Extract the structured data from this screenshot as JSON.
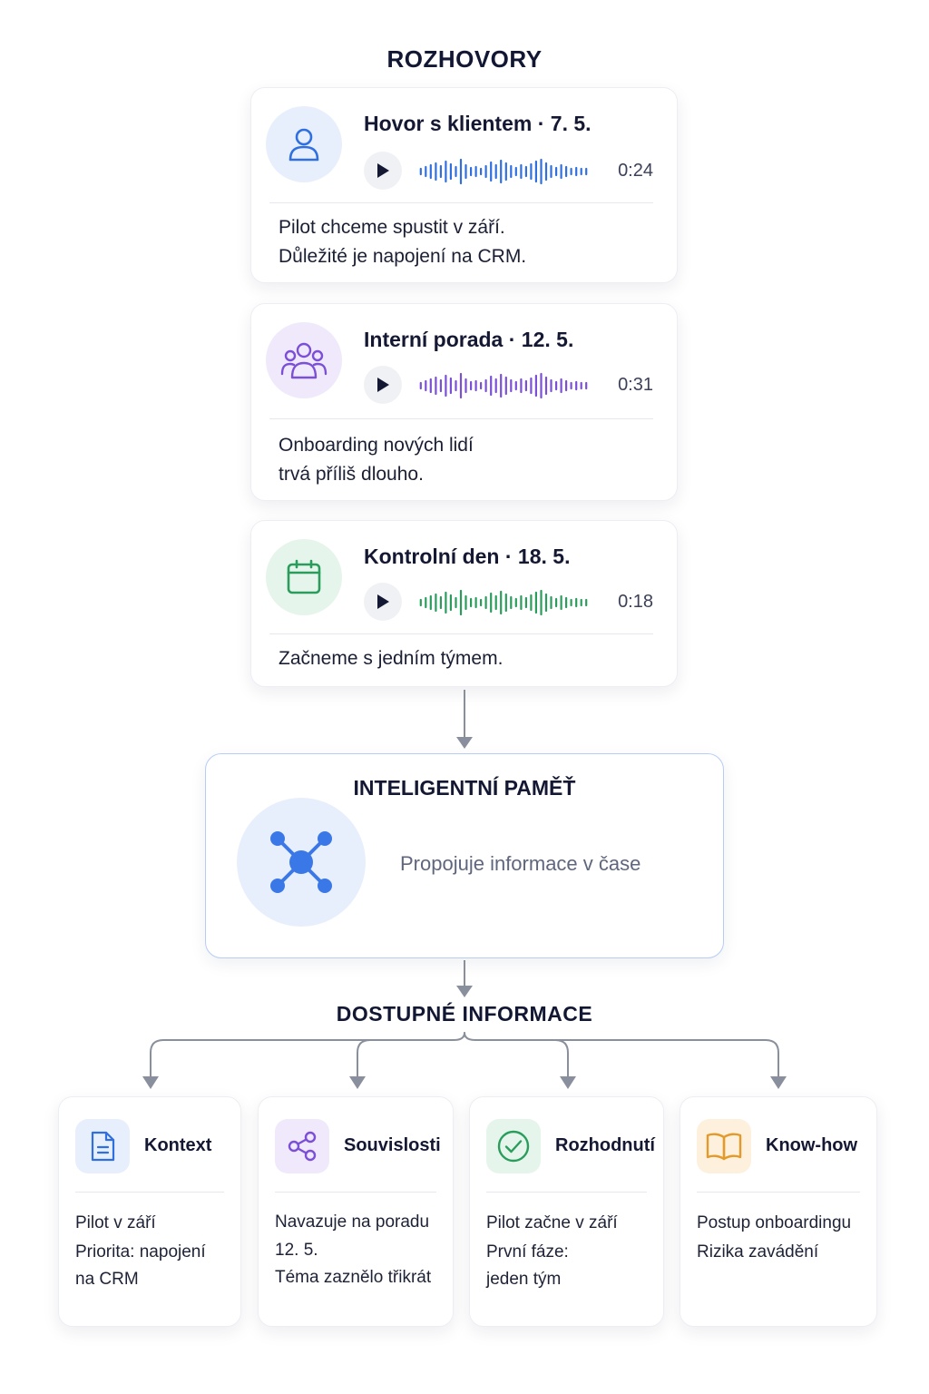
{
  "conversations_title": "ROZHOVORY",
  "conversations": [
    {
      "title": "Hovor s klientem · 7. 5.",
      "duration": "0:24",
      "icon": "user-icon",
      "color": "#2f6fe0",
      "lines": [
        "Pilot chceme spustit v září.",
        "Důležité je napojení na CRM."
      ]
    },
    {
      "title": "Interní porada · 12. 5.",
      "duration": "0:31",
      "icon": "group-icon",
      "color": "#7b4fd6",
      "lines": [
        "Onboarding nových lidí",
        "trvá příliš dlouho."
      ]
    },
    {
      "title": "Kontrolní den · 18. 5.",
      "duration": "0:18",
      "icon": "calendar-icon",
      "color": "#2a9d5c",
      "lines": [
        "Začneme s jedním týmem."
      ]
    }
  ],
  "memory": {
    "title": "INTELIGENTNÍ PAMĚŤ",
    "description": "Propojuje informace v čase",
    "icon": "network-hub-icon"
  },
  "available_title": "DOSTUPNÉ INFORMACE",
  "info_cards": [
    {
      "title": "Kontext",
      "icon": "document-icon",
      "color": "#2f6fe0",
      "lines": [
        "Pilot v září",
        "Priorita: napojení",
        "na CRM"
      ]
    },
    {
      "title": "Souvislosti",
      "icon": "share-icon",
      "color": "#7b4fd6",
      "lines": [
        "Navazuje na poradu",
        "12. 5.",
        "Téma zaznělo třikrát"
      ]
    },
    {
      "title": "Rozhodnutí",
      "icon": "check-circle-icon",
      "color": "#2a9d5c",
      "lines": [
        "Pilot začne v září",
        "První fáze:",
        "jeden tým"
      ]
    },
    {
      "title": "Know-how",
      "icon": "book-icon",
      "color": "#e39a2a",
      "lines": [
        "Postup onboardingu",
        "Rizika zavádění"
      ]
    }
  ]
}
